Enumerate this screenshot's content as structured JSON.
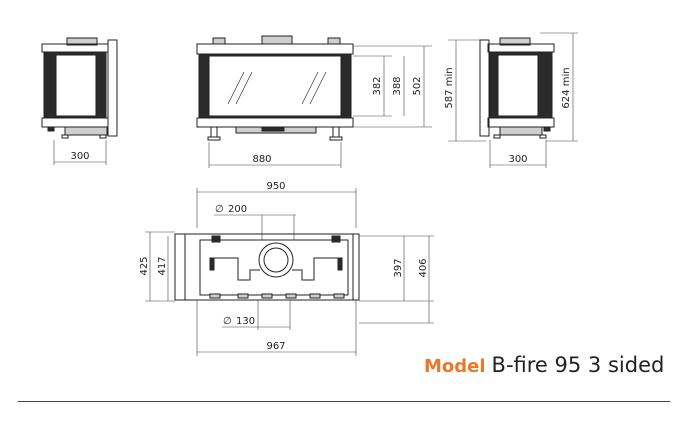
{
  "title": {
    "label": "Model",
    "name": "B-fire 95 3 sided",
    "label_color": "#e8782a"
  },
  "dimensions": {
    "left_view_width": "300",
    "front_width": "880",
    "front_height_a": "382",
    "front_height_b": "388",
    "front_height_c": "502",
    "front_min": "587 min",
    "right_view_min": "624 min",
    "right_view_width": "300",
    "plan_width_top": "950",
    "flue_diameter": "200",
    "plan_height_a": "425",
    "plan_height_b": "417",
    "plan_height_c": "397",
    "plan_height_d": "406",
    "inlet_diameter": "130",
    "plan_width_bottom": "967"
  },
  "diameter_symbol": "∅"
}
